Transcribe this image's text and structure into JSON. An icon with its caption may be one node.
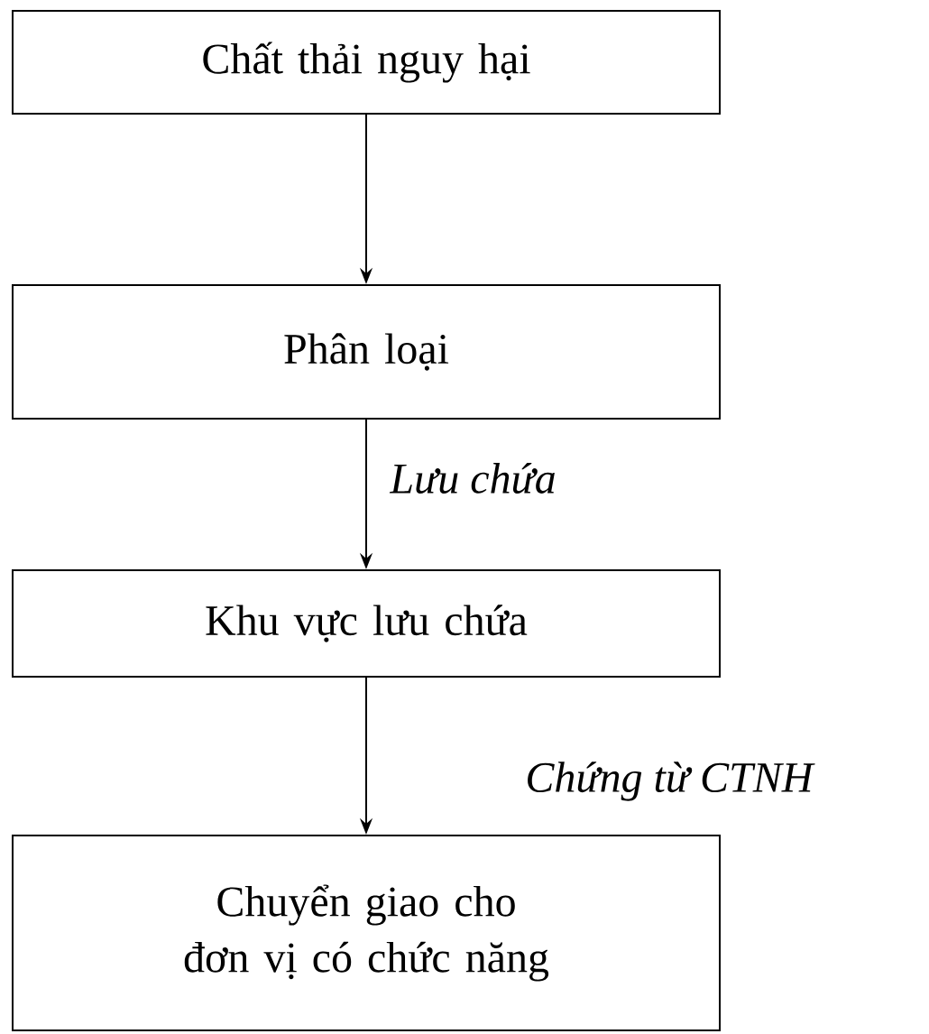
{
  "diagram": {
    "nodes": [
      {
        "text": [
          "Chất thải nguy hại"
        ]
      },
      {
        "text": [
          "Phân loại"
        ]
      },
      {
        "text": [
          "Khu vực lưu chứa"
        ]
      },
      {
        "text": [
          "Chuyển giao cho đơn vị có chức năng"
        ]
      }
    ],
    "edges": [
      {
        "from": 0,
        "to": 1,
        "arrow": "to"
      },
      {
        "from": 1,
        "to": 2,
        "arrow": "to",
        "label": "Lưu chứa"
      },
      {
        "from": 2,
        "to": 3,
        "arrow": "to",
        "label": "Chứng từ CTNH"
      }
    ]
  }
}
